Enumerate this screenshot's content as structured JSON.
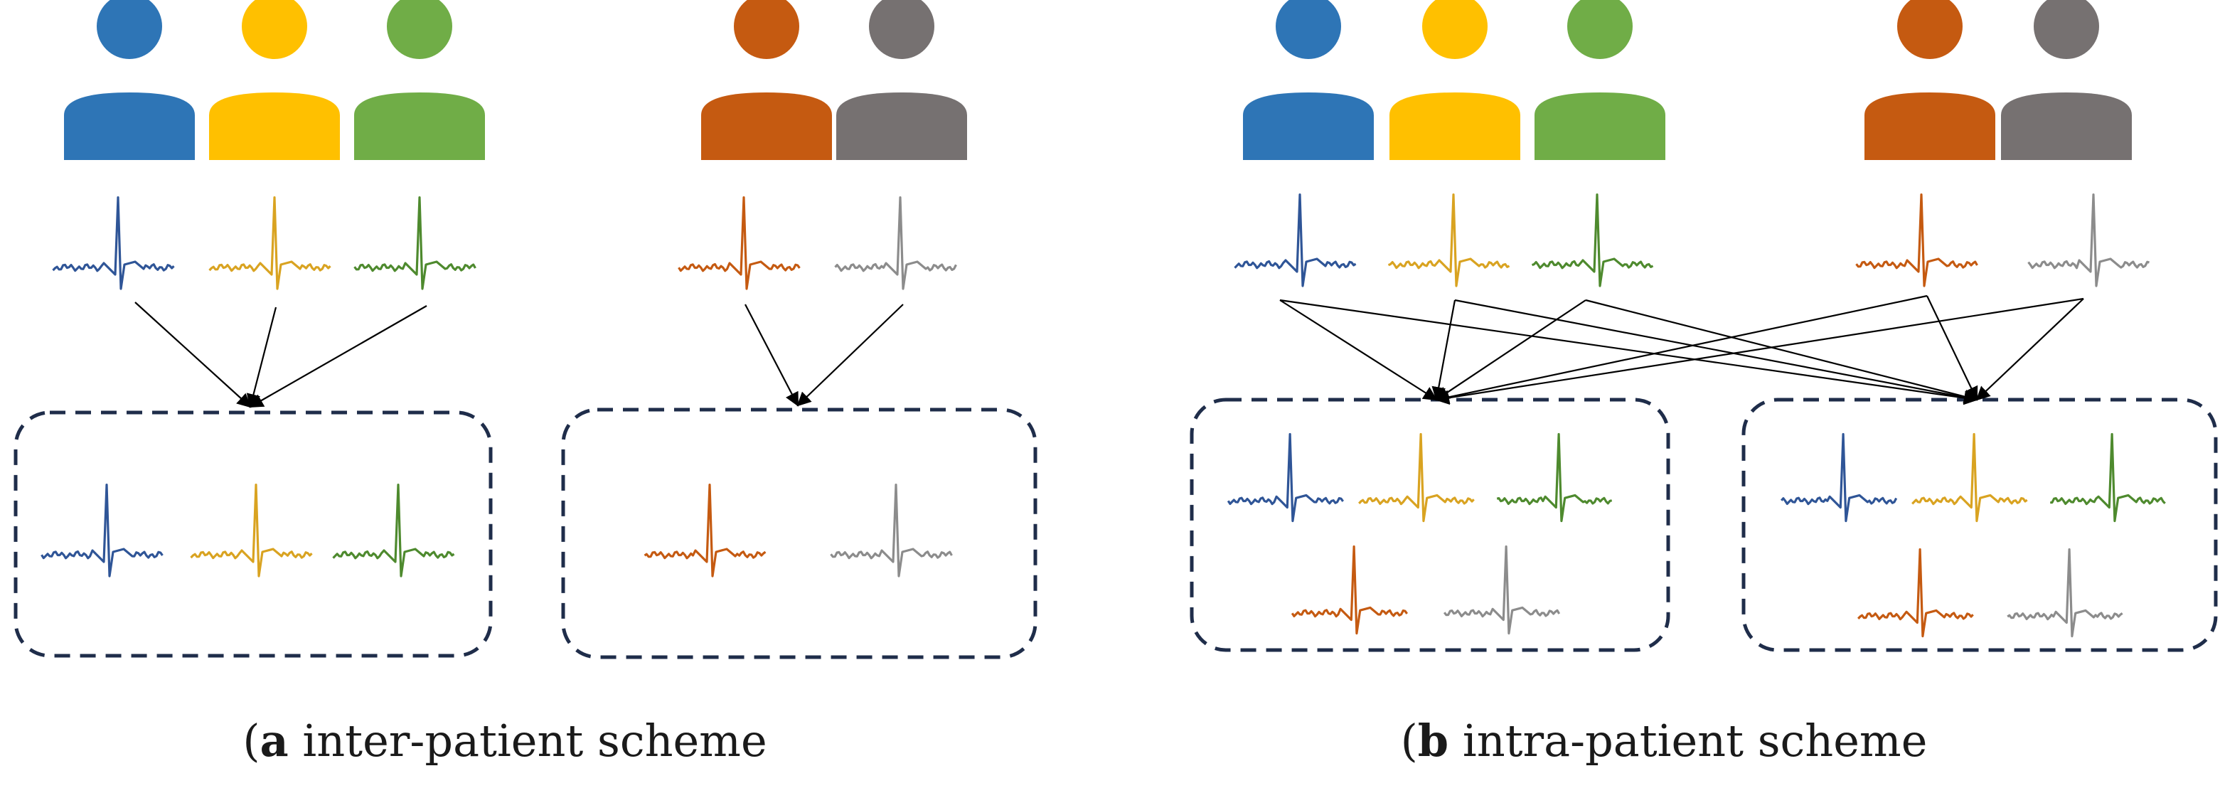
{
  "colors": {
    "blue": "#2E75B6",
    "yellow": "#FFC000",
    "green": "#70AD47",
    "orange": "#C55A11",
    "gray": "#767171",
    "ecg_blue": "#2F5597",
    "ecg_yellow": "#D9A321",
    "ecg_green": "#4E8A2E",
    "ecg_orange": "#C55A11",
    "ecg_gray": "#8C8C8C",
    "box_border": "#1F2D4A",
    "arrow": "#000000"
  },
  "panels": [
    {
      "id": "a",
      "caption_letter": "a",
      "caption_text": " inter-patient scheme",
      "group1_patients": [
        "blue",
        "yellow",
        "green"
      ],
      "group2_patients": [
        "orange",
        "gray"
      ],
      "box1_signals": [
        "blue",
        "yellow",
        "green"
      ],
      "box2_signals": [
        "orange",
        "gray"
      ]
    },
    {
      "id": "b",
      "caption_letter": "b",
      "caption_text": " intra-patient scheme",
      "group1_patients": [
        "blue",
        "yellow",
        "green"
      ],
      "group2_patients": [
        "orange",
        "gray"
      ],
      "box1_signals": [
        "blue",
        "yellow",
        "green",
        "orange",
        "gray"
      ],
      "box2_signals": [
        "blue",
        "yellow",
        "green",
        "orange",
        "gray"
      ]
    }
  ]
}
